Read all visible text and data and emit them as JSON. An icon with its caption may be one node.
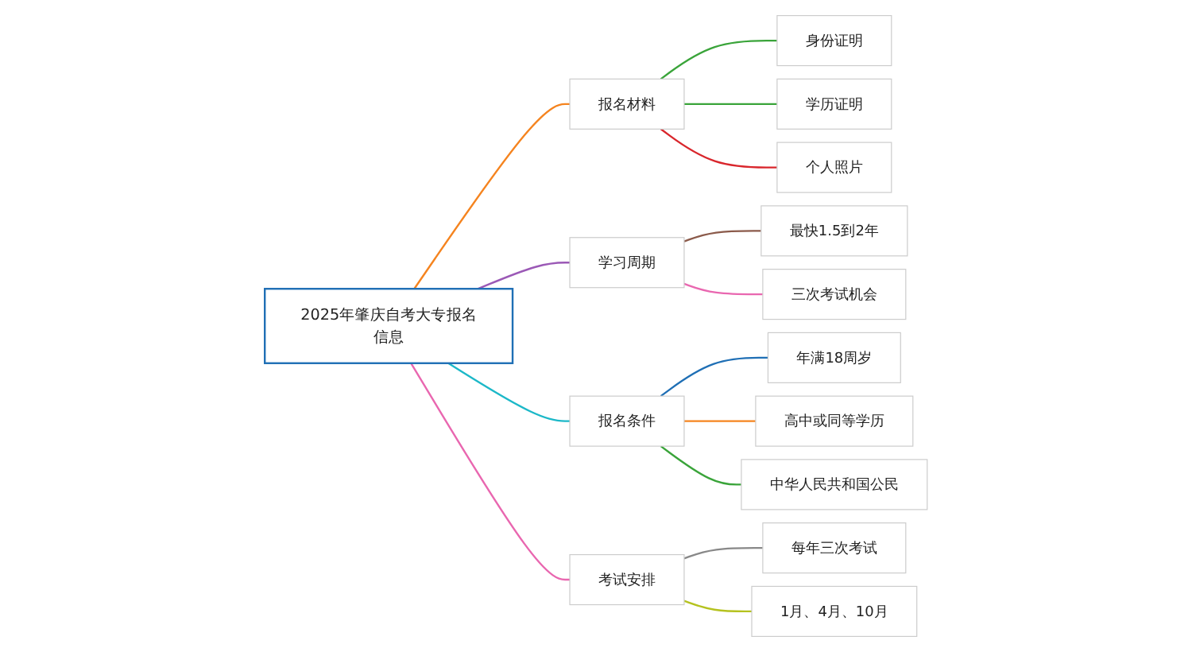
{
  "diagram": {
    "nodes": [
      {
        "text": [
          "2025年肇庆自考大专报名信息"
        ]
      },
      {
        "text": [
          "报名材料"
        ]
      },
      {
        "text": [
          "身份证明"
        ]
      },
      {
        "text": [
          "学历证明"
        ]
      },
      {
        "text": [
          "个人照片"
        ]
      },
      {
        "text": [
          "学习周期"
        ]
      },
      {
        "text": [
          "最快1.5到2年"
        ]
      },
      {
        "text": [
          "三次考试机会"
        ]
      },
      {
        "text": [
          "报名条件"
        ]
      },
      {
        "text": [
          "年满18周岁"
        ]
      },
      {
        "text": [
          "高中或同等学历"
        ]
      },
      {
        "text": [
          "中华人民共和国公民"
        ]
      },
      {
        "text": [
          "考试安排"
        ]
      },
      {
        "text": [
          "每年三次考试"
        ]
      },
      {
        "text": [
          "1月、4月、10月"
        ]
      }
    ],
    "edges": [
      {
        "from": 0,
        "to": 1,
        "arrow": "none",
        "color": "#f5841f"
      },
      {
        "from": 1,
        "to": 2,
        "arrow": "none",
        "color": "#3aa43a"
      },
      {
        "from": 1,
        "to": 3,
        "arrow": "none",
        "color": "#3aa43a"
      },
      {
        "from": 1,
        "to": 4,
        "arrow": "none",
        "color": "#d9262c"
      },
      {
        "from": 0,
        "to": 5,
        "arrow": "none",
        "color": "#9b59b6"
      },
      {
        "from": 5,
        "to": 6,
        "arrow": "none",
        "color": "#8b5a4a"
      },
      {
        "from": 5,
        "to": 7,
        "arrow": "none",
        "color": "#e967b0"
      },
      {
        "from": 0,
        "to": 8,
        "arrow": "none",
        "color": "#1cb8c8"
      },
      {
        "from": 8,
        "to": 9,
        "arrow": "none",
        "color": "#1f6fb5"
      },
      {
        "from": 8,
        "to": 10,
        "arrow": "none",
        "color": "#f5841f"
      },
      {
        "from": 8,
        "to": 11,
        "arrow": "none",
        "color": "#3aa43a"
      },
      {
        "from": 0,
        "to": 12,
        "arrow": "none",
        "color": "#e967b0"
      },
      {
        "from": 12,
        "to": 13,
        "arrow": "none",
        "color": "#888888"
      },
      {
        "from": 12,
        "to": 14,
        "arrow": "none",
        "color": "#b5c21f"
      }
    ]
  }
}
